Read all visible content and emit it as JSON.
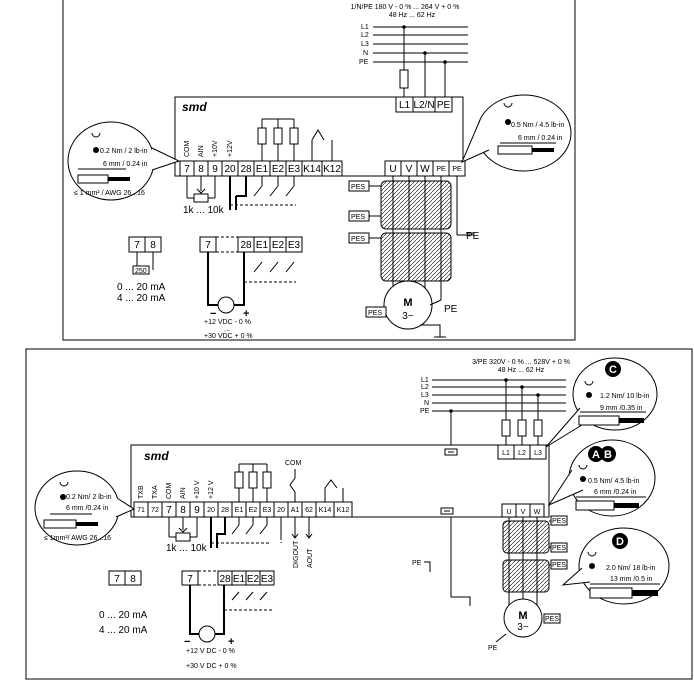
{
  "top": {
    "title": "smd",
    "supply": {
      "line1": "1/N/PE 180 V - 0 % ... 264 V + 0 %",
      "line2": "48 Hz ... 62 Hz",
      "lines": [
        "L1",
        "L2",
        "L3",
        "N",
        "PE"
      ]
    },
    "terminals": [
      "7",
      "8",
      "9",
      "20",
      "28",
      "E1",
      "E2",
      "E3",
      "K14",
      "K12"
    ],
    "terminal_labels": [
      "COM",
      "AIN",
      "+10V",
      "+12V"
    ],
    "input_terminals": [
      "L1",
      "L2/N",
      "PE"
    ],
    "motor_terminals": [
      "U",
      "V",
      "W",
      "PE",
      "PE"
    ],
    "torque_left": {
      "torque": "0.2 Nm / 2 lb-in",
      "strip": "6 mm / 0.24 in",
      "wire": "≤ 1 mm² / AWG 26...16"
    },
    "torque_right": {
      "torque": "0.5 Nm / 4.5 lb-in",
      "strip": "6 mm / 0.24 in"
    },
    "pot": "1k ... 10k",
    "pes": [
      "PES",
      "PES",
      "PES",
      "PES"
    ],
    "pe": "PE",
    "motor": {
      "label": "M",
      "sub": "3~"
    },
    "current_box": {
      "t1": "7",
      "t2": "8",
      "resistor": "250",
      "range1": "0 ... 20 mA",
      "range2": "4 ... 20 mA"
    },
    "ext_box": {
      "terms": [
        "7",
        "28",
        "E1",
        "E2",
        "E3"
      ],
      "v1": "+12 VDC - 0 %",
      "dots": "...",
      "v2": "+30 VDC + 0 %"
    }
  },
  "bottom": {
    "title": "smd",
    "supply": {
      "line1": "3/PE 320V - 0 % ... 528V + 0 %",
      "line2": "48 Hz ... 62 Hz",
      "lines": [
        "L1",
        "L2",
        "L3",
        "N",
        "PE"
      ]
    },
    "terminals": [
      "71",
      "72",
      "7",
      "8",
      "9",
      "20",
      "28",
      "E1",
      "E2",
      "E3",
      "20",
      "A1",
      "62",
      "K14",
      "K12"
    ],
    "terminal_labels": [
      "TXB",
      "TXA",
      "COM",
      "AIN",
      "+10 V",
      "+12 V"
    ],
    "com": "COM",
    "outputs": [
      "DIGOUT",
      "AOUT"
    ],
    "input_terminals": [
      "L1",
      "L2",
      "L3"
    ],
    "motor_terminals": [
      "U",
      "V",
      "W"
    ],
    "callouts": [
      {
        "letter": "C",
        "torque": "1.2 Nm/ 10 lb-in",
        "strip": "9 mm /0.35 in"
      },
      {
        "letters": [
          "A",
          "B"
        ],
        "torque": "0.5 Nm/ 4.5 lb-in",
        "strip": "6 mm /0.24 in"
      },
      {
        "letter": "D",
        "torque": "2.0 Nm/ 18 lb-in",
        "strip": "13 mm /0.5 in"
      }
    ],
    "torque_left": {
      "torque": "0.2 Nm/ 2 lb-in",
      "strip": "6 mm /0.24 in",
      "wire": "≤ 1mm²/ AWG 26...16"
    },
    "pot": "1k ... 10k",
    "pes": [
      "PES",
      "PES",
      "PES",
      "PES"
    ],
    "pe": "PE",
    "motor": {
      "label": "M",
      "sub": "3~"
    },
    "current_box": {
      "t1": "7",
      "t2": "8",
      "range1": "0 ... 20 mA",
      "range2": "4 ... 20 mA"
    },
    "ext_box": {
      "terms": [
        "7",
        "28",
        "E1",
        "E2",
        "E3"
      ],
      "v1": "+12 V DC - 0 %",
      "v2": "+30 V DC + 0 %"
    }
  }
}
